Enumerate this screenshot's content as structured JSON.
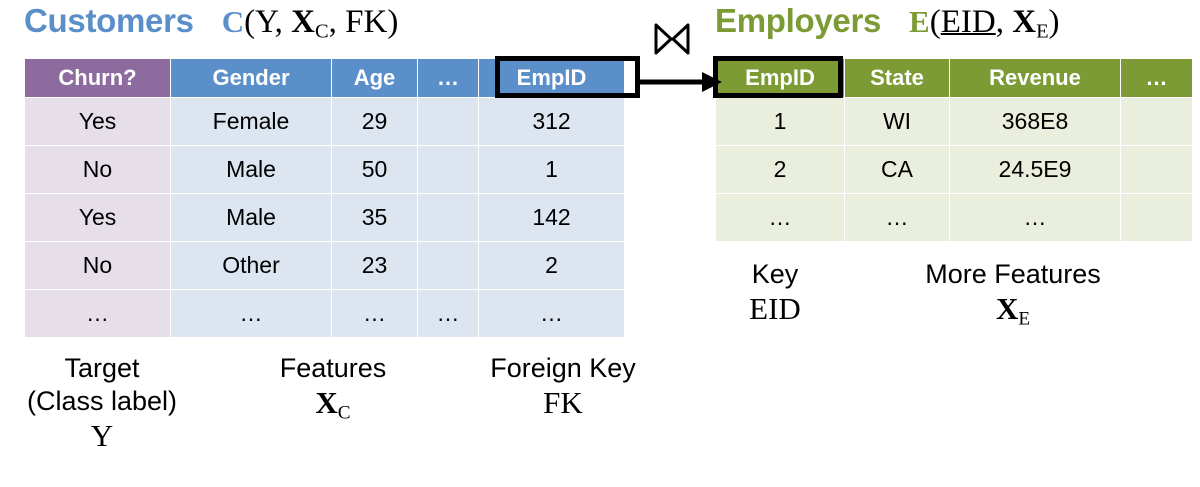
{
  "colors": {
    "customers_accent": "#5b8fc9",
    "employers_accent": "#7d9b35",
    "target_header": "#8d6b9e",
    "feature_header": "#5b8fc9",
    "target_cell": "#e6dfe9",
    "feature_cell": "#dce5f0",
    "employer_header": "#7d9b35",
    "employer_cell": "#eaeedc",
    "highlight_border": "#000000"
  },
  "customers": {
    "name": "Customers",
    "schema": {
      "symbol": "C",
      "open": "(",
      "parts": [
        "Y",
        "X",
        "FK"
      ],
      "x_sub": "C",
      "comma": ", ",
      "close": ")"
    },
    "headers": [
      "Churn?",
      "Gender",
      "Age",
      "…",
      "EmpID"
    ],
    "rows": [
      [
        "Yes",
        "Female",
        "29",
        "",
        "312"
      ],
      [
        "No",
        "Male",
        "50",
        "",
        "1"
      ],
      [
        "Yes",
        "Male",
        "35",
        "",
        "142"
      ],
      [
        "No",
        "Other",
        "23",
        "",
        "2"
      ],
      [
        "…",
        "…",
        "…",
        "…",
        "…"
      ]
    ],
    "annotations": {
      "target": {
        "line1": "Target",
        "line2": "(Class label)",
        "math": "Y"
      },
      "features": {
        "line1": "Features",
        "line2": "",
        "math_base": "X",
        "math_sub": "C"
      },
      "foreign_key": {
        "line1": "Foreign Key",
        "line2": "",
        "math": "FK"
      }
    }
  },
  "employers": {
    "name": "Employers",
    "schema": {
      "symbol": "E",
      "open": "(",
      "key": "EID",
      "comma": ", ",
      "x_base": "X",
      "x_sub": "E",
      "close": ")"
    },
    "headers": [
      "EmpID",
      "State",
      "Revenue",
      "…"
    ],
    "rows": [
      [
        "1",
        "WI",
        "368E8",
        ""
      ],
      [
        "2",
        "CA",
        "24.5E9",
        ""
      ],
      [
        "…",
        "…",
        "…",
        ""
      ]
    ],
    "annotations": {
      "key": {
        "line1": "Key",
        "math": "EID"
      },
      "more_features": {
        "line1": "More Features",
        "math_base": "X",
        "math_sub": "E"
      }
    }
  },
  "join": {
    "symbol": "⋈",
    "symbol_name": "bowtie-join-operator",
    "arrow_name": "foreign-key-to-primary-key-arrow"
  }
}
